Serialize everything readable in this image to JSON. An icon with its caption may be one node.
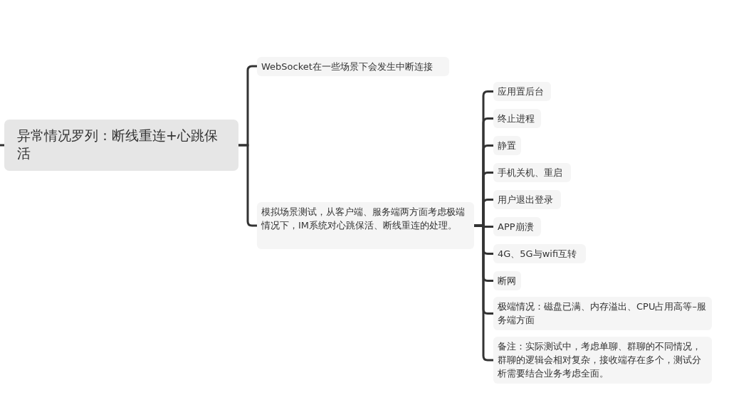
{
  "diagram": {
    "nodes": [
      {
        "text": [
          "异常情况罗列：断线重连+心跳保活"
        ]
      },
      {
        "text": [
          "WebSocket在一些场景下会发生中断连接"
        ]
      },
      {
        "text": [
          "模拟场景测试，从客户端、服务端两方面考虑极端情况下，IM系统对心跳保活、断线重连的处理。"
        ]
      },
      {
        "text": [
          "应用置后台"
        ]
      },
      {
        "text": [
          "终止进程"
        ]
      },
      {
        "text": [
          "静置"
        ]
      },
      {
        "text": [
          "手机关机、重启"
        ]
      },
      {
        "text": [
          "用户退出登录"
        ]
      },
      {
        "text": [
          "APP崩溃"
        ]
      },
      {
        "text": [
          "4G、5G与wifi互转"
        ]
      },
      {
        "text": [
          "断网"
        ]
      },
      {
        "text": [
          "极端情况：磁盘已满、内存溢出、CPU占用高等–服务端方面"
        ]
      },
      {
        "text": [
          "备注：实际测试中，考虑单聊、群聊的不同情况，群聊的逻辑会相对复杂，接收端存在多个，测试分析需要结合业务考虑全面。"
        ]
      }
    ],
    "edges": [
      {
        "from": null,
        "to": 0,
        "arrow": "none"
      },
      {
        "from": 0,
        "to": 1,
        "arrow": "none"
      },
      {
        "from": 0,
        "to": 2,
        "arrow": "none"
      },
      {
        "from": 2,
        "to": 3,
        "arrow": "none"
      },
      {
        "from": 2,
        "to": 4,
        "arrow": "none"
      },
      {
        "from": 2,
        "to": 5,
        "arrow": "none"
      },
      {
        "from": 2,
        "to": 6,
        "arrow": "none"
      },
      {
        "from": 2,
        "to": 7,
        "arrow": "none"
      },
      {
        "from": 2,
        "to": 8,
        "arrow": "none"
      },
      {
        "from": 2,
        "to": 9,
        "arrow": "none"
      },
      {
        "from": 2,
        "to": 10,
        "arrow": "none"
      },
      {
        "from": 2,
        "to": 11,
        "arrow": "none"
      },
      {
        "from": 2,
        "to": 12,
        "arrow": "none"
      }
    ]
  }
}
